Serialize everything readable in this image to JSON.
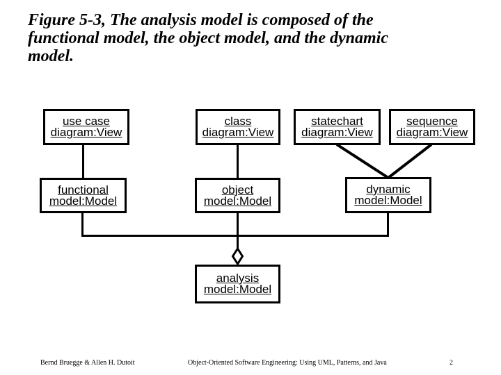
{
  "slide": {
    "title_lines": [
      "Figure 5-3, The analysis model is composed of the",
      "functional model, the object model, and the dynamic",
      "model."
    ],
    "footer": {
      "authors": "Bernd Bruegge & Allen H. Dutoit",
      "book": "Object-Oriented Software Engineering: Using UML, Patterns, and Java",
      "page": "2"
    }
  },
  "diagram": {
    "type": "uml-object-diagram",
    "relationship": "composition",
    "boxes": {
      "use_case": {
        "line1": "use case",
        "line2": "diagram:View"
      },
      "class": {
        "line1": "class",
        "line2": "diagram:View"
      },
      "statechart": {
        "line1": "statechart",
        "line2": "diagram:View"
      },
      "sequence": {
        "line1": "sequence",
        "line2": "diagram:View"
      },
      "functional": {
        "line1": "functional",
        "line2": "model:Model"
      },
      "object": {
        "line1": "object",
        "line2": "model:Model"
      },
      "dynamic": {
        "line1": "dynamic",
        "line2": "model:Model"
      },
      "analysis": {
        "line1": "analysis",
        "line2": "model:Model"
      }
    },
    "icons": {
      "composition_diamond": "hollow diamond (UML aggregation/composition)"
    },
    "colors": {
      "background": "#ffffff",
      "line": "#000000",
      "box_border": "#000000",
      "box_fill": "#ffffff",
      "text": "#000000"
    }
  }
}
